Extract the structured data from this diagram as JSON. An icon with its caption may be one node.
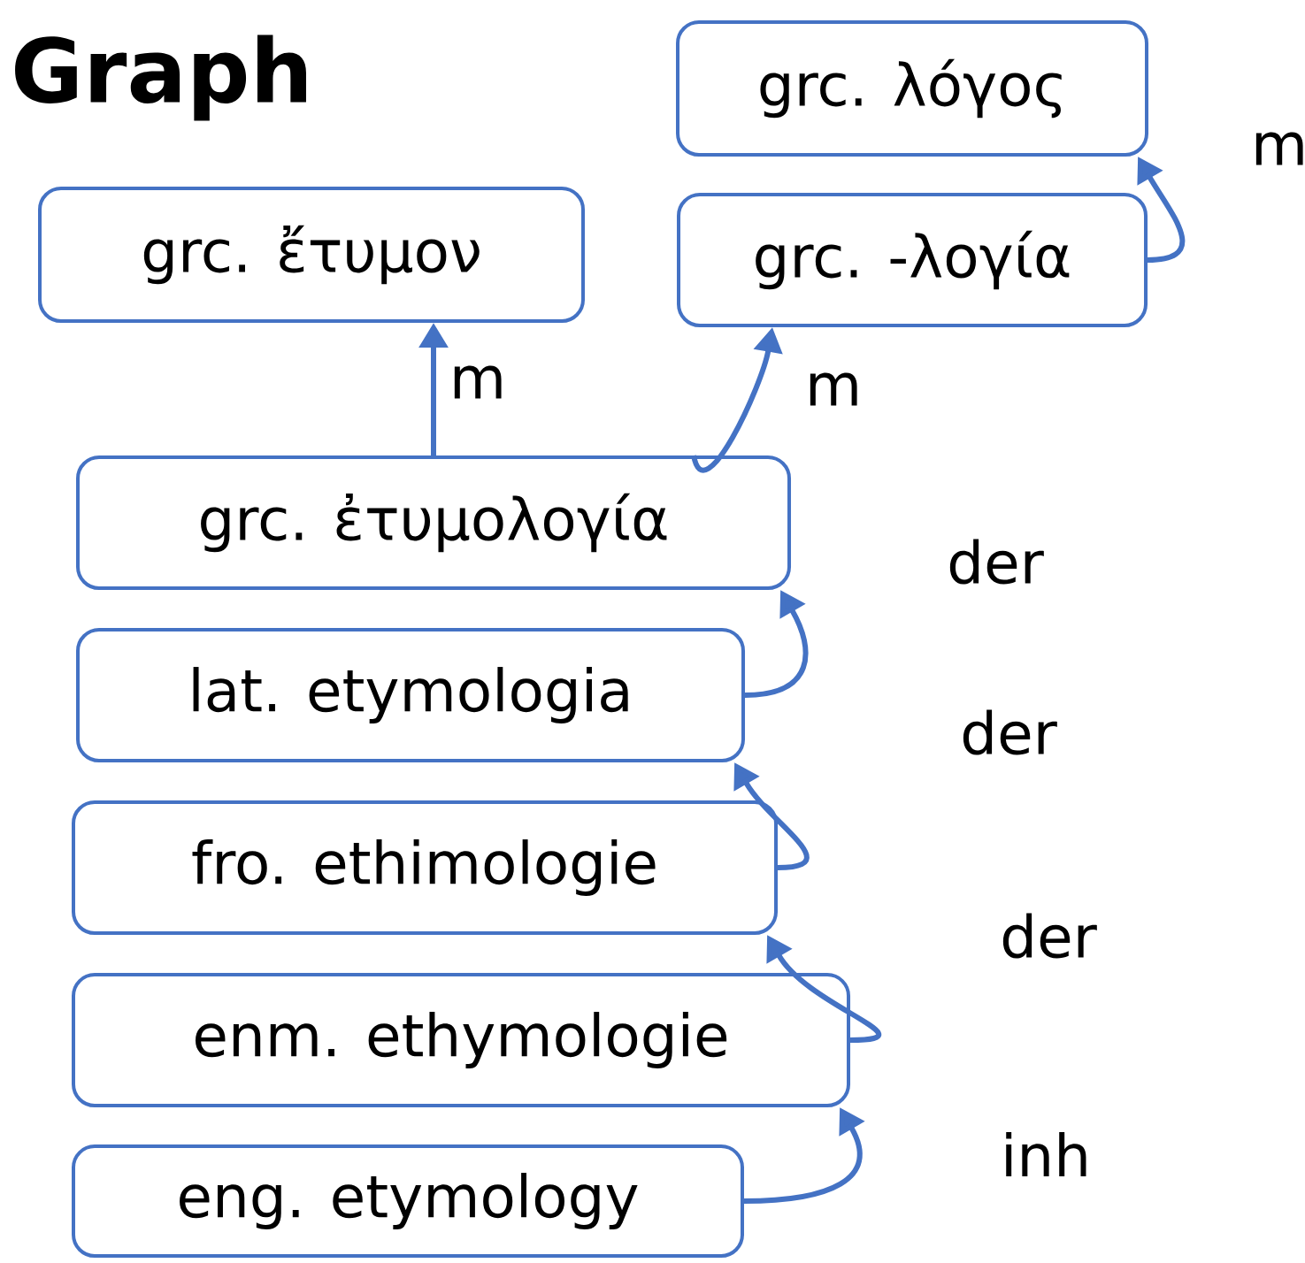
{
  "diagram": {
    "title": "Graph",
    "nodes": [
      {
        "text": [
          "grc. λόγος"
        ]
      },
      {
        "text": [
          "grc. ἔτυμον"
        ]
      },
      {
        "text": [
          "grc. -λογία"
        ]
      },
      {
        "text": [
          "grc. ἐτυμολογία"
        ]
      },
      {
        "text": [
          "lat. etymologia"
        ]
      },
      {
        "text": [
          "fro. ethimologie"
        ]
      },
      {
        "text": [
          "enm. ethymologie"
        ]
      },
      {
        "text": [
          "eng. etymology"
        ]
      }
    ],
    "edges": [
      {
        "from": 2,
        "to": 0,
        "arrow": "to",
        "label": "m"
      },
      {
        "from": 3,
        "to": 1,
        "arrow": "to",
        "label": "m"
      },
      {
        "from": 3,
        "to": 2,
        "arrow": "to",
        "label": "m"
      },
      {
        "from": 4,
        "to": 3,
        "arrow": "to",
        "label": "der"
      },
      {
        "from": 5,
        "to": 4,
        "arrow": "to",
        "label": "der"
      },
      {
        "from": 6,
        "to": 5,
        "arrow": "to",
        "label": "der"
      },
      {
        "from": 7,
        "to": 6,
        "arrow": "to",
        "label": "inh"
      }
    ]
  }
}
